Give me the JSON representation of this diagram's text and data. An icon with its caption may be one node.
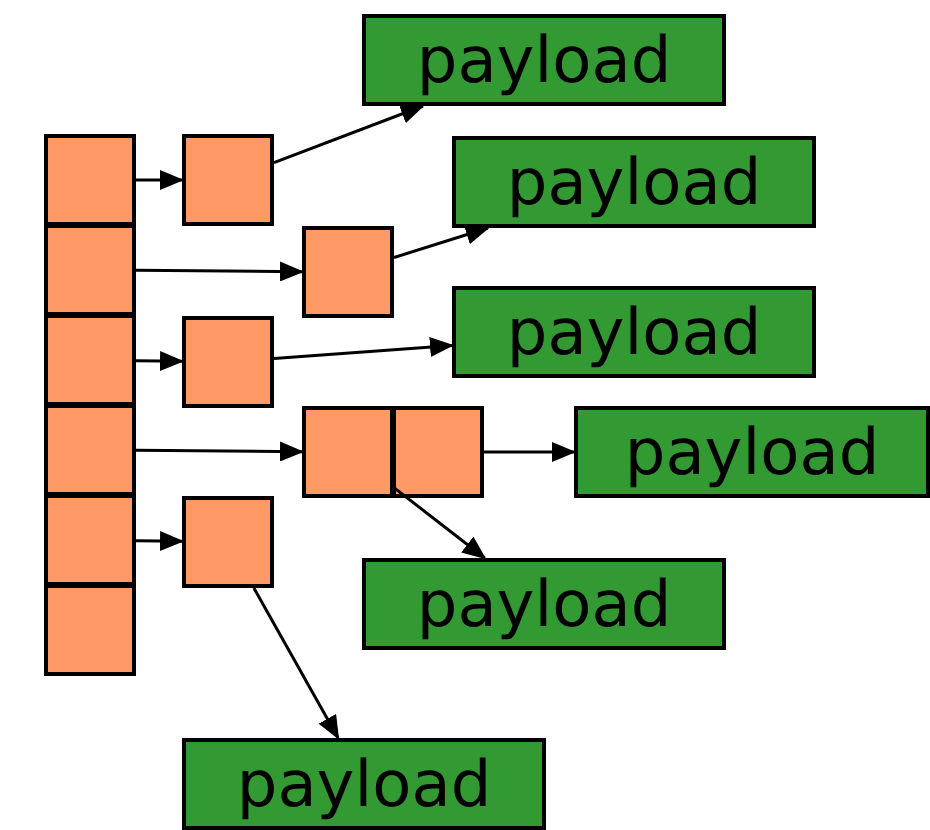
{
  "diagram": {
    "nodes": [
      {
        "text": [],
        "shape": "box"
      },
      {
        "text": [],
        "shape": "box"
      },
      {
        "text": [],
        "shape": "box"
      },
      {
        "text": [],
        "shape": "box"
      },
      {
        "text": [],
        "shape": "box"
      },
      {
        "text": [],
        "shape": "box"
      },
      {
        "text": [],
        "shape": "box"
      },
      {
        "text": [],
        "shape": "box"
      },
      {
        "text": [],
        "shape": "box"
      },
      {
        "text": [],
        "shape": "box"
      },
      {
        "text": [],
        "shape": "box"
      },
      {
        "text": [],
        "shape": "box"
      },
      {
        "text": [
          "payload"
        ]
      },
      {
        "text": [
          "payload"
        ]
      },
      {
        "text": [
          "payload"
        ]
      },
      {
        "text": [
          "payload"
        ]
      },
      {
        "text": [
          "payload"
        ]
      },
      {
        "text": [
          "payload"
        ]
      }
    ],
    "edges": [
      {
        "from": 0,
        "to": 6,
        "arrow": "to"
      },
      {
        "from": 6,
        "to": 12,
        "arrow": "to"
      },
      {
        "from": 1,
        "to": 7,
        "arrow": "to"
      },
      {
        "from": 7,
        "to": 13,
        "arrow": "to"
      },
      {
        "from": 2,
        "to": 8,
        "arrow": "to"
      },
      {
        "from": 8,
        "to": 14,
        "arrow": "to"
      },
      {
        "from": 3,
        "to": 9,
        "arrow": "to"
      },
      {
        "from": 10,
        "to": 15,
        "arrow": "to"
      },
      {
        "from": 9,
        "to": 16,
        "arrow": "to"
      },
      {
        "from": 4,
        "to": 11,
        "arrow": "to"
      },
      {
        "from": 11,
        "to": 17,
        "arrow": "to"
      }
    ]
  }
}
